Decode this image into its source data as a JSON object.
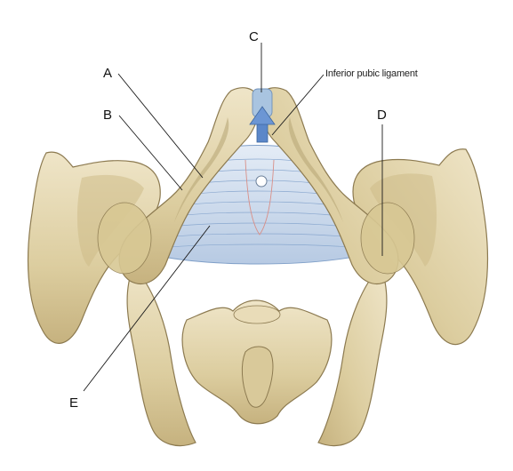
{
  "labels": {
    "a": "A",
    "b": "B",
    "c": "C",
    "d": "D",
    "e": "E",
    "inferior_pubic_ligament": "Inferior pubic ligament"
  },
  "colors": {
    "bone": "#e3d6b2",
    "bone_shadow": "#b9a878",
    "bone_outline": "#8c7a50",
    "membrane": "#c9d7ea",
    "membrane_lines": "#7f9fc8",
    "arrow": "#5b87c9"
  }
}
